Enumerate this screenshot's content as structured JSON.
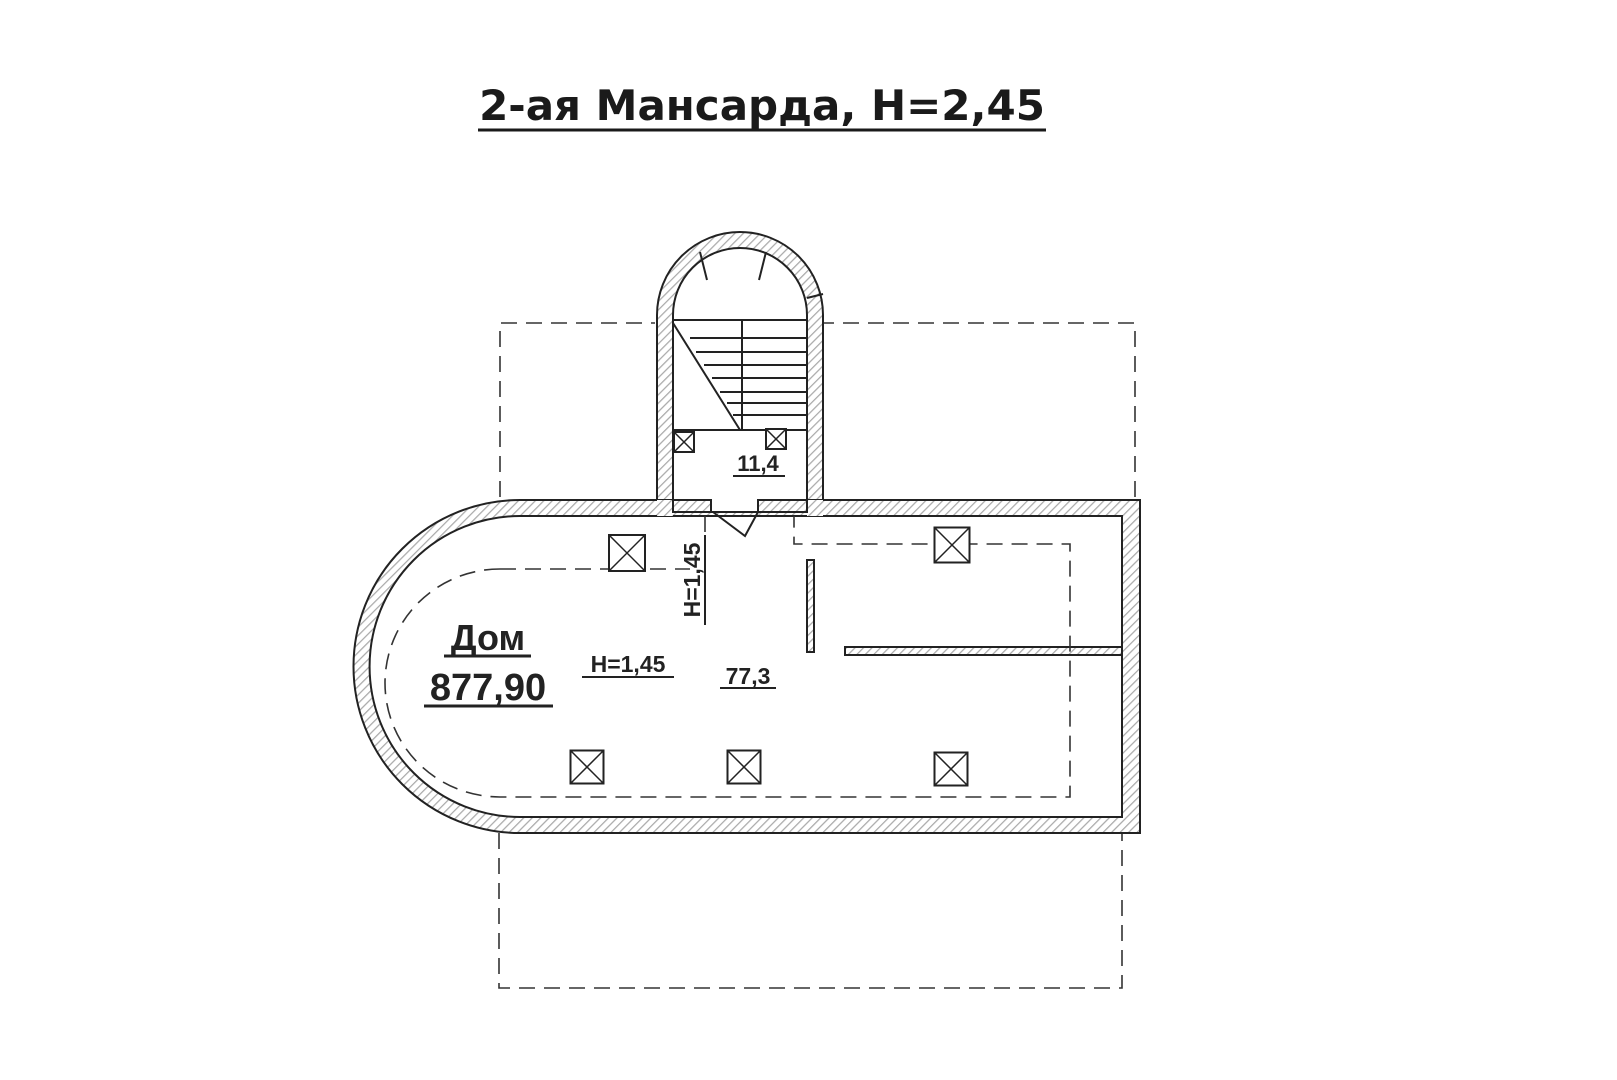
{
  "title": "2-ая Мансарда, H=2,45",
  "rooms": {
    "house_label": "Дом",
    "house_area": "877,90",
    "main_height": "H=1,45",
    "main_area": "77,3",
    "side_height": "H=1,45",
    "stair_area": "11,4"
  },
  "colors": {
    "line": "#222222",
    "hatch": "#bbbbbb",
    "background": "#ffffff"
  }
}
